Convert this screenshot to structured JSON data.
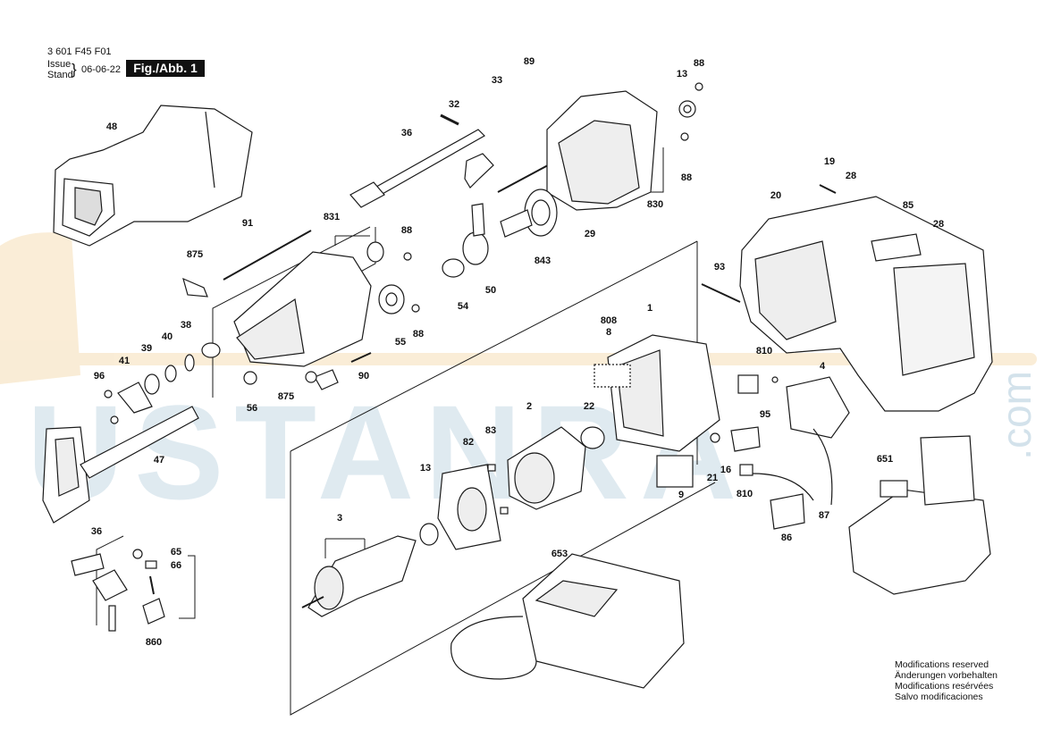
{
  "header": {
    "doc_number": "3 601 F45 F01",
    "issue_label": "Issue",
    "stand_label": "Stand",
    "date": "06-06-22",
    "figure": "Fig./Abb. 1"
  },
  "notes": [
    "Modifications reserved",
    "Änderungen vorbehalten",
    "Modifications resérvées",
    "Salvo modificaciones"
  ],
  "watermark": {
    "text": "USTANRA",
    "suffix": ".com",
    "color": "#9fc0d4",
    "accent": "#f3d7a6"
  },
  "part_labels": [
    "48",
    "32",
    "36",
    "33",
    "89",
    "13",
    "88",
    "88",
    "830",
    "29",
    "843",
    "19",
    "28",
    "20",
    "85",
    "28",
    "91",
    "831",
    "88",
    "875",
    "50",
    "54",
    "88",
    "55",
    "38",
    "40",
    "39",
    "41",
    "96",
    "93",
    "808",
    "8",
    "1",
    "810",
    "4",
    "95",
    "875",
    "90",
    "56",
    "47",
    "82",
    "83",
    "2",
    "22",
    "16",
    "21",
    "810",
    "9",
    "651",
    "87",
    "86",
    "13",
    "3",
    "653",
    "36",
    "65",
    "66",
    "860"
  ],
  "colors": {
    "line": "#1a1a1a",
    "label_bg": "#ffffff"
  }
}
